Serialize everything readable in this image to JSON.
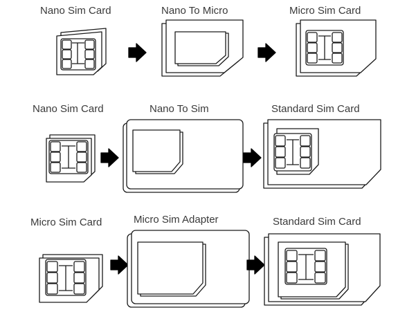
{
  "rows": [
    {
      "labels": [
        "Nano Sim Card",
        "Nano To Micro",
        "Micro Sim Card"
      ]
    },
    {
      "labels": [
        "Nano Sim Card",
        "Nano To Sim",
        "Standard Sim Card"
      ]
    },
    {
      "labels": [
        "Micro Sim Card",
        "Micro Sim Adapter",
        "Standard Sim Card"
      ]
    }
  ],
  "colors": {
    "stroke": "#1a1a1a",
    "fill": "#ffffff",
    "arrow": "#000000",
    "text": "#3a3a3a"
  },
  "icons": [
    "chip-contacts-icon",
    "arrow-right-icon"
  ]
}
